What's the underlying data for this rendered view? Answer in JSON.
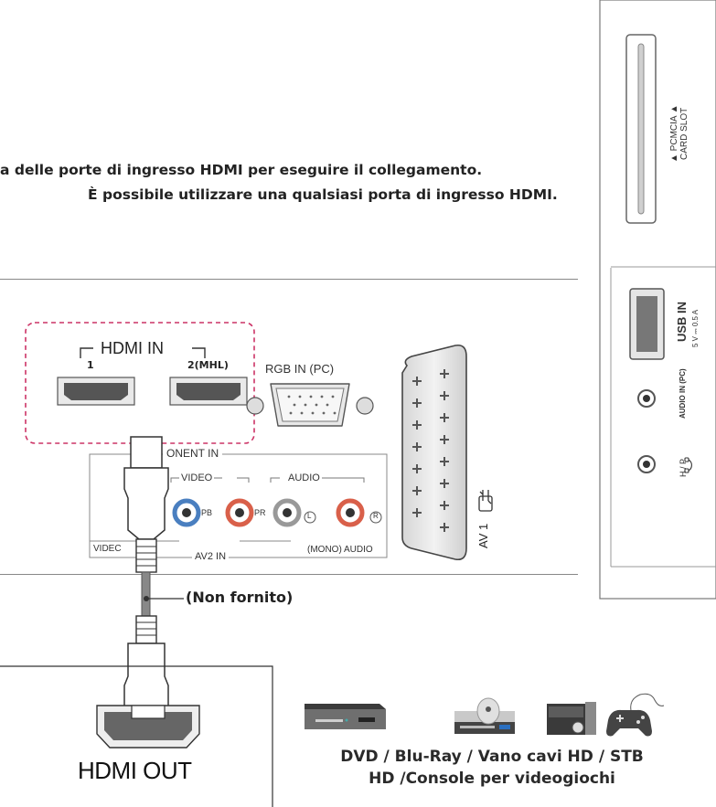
{
  "instructions": {
    "line1": "a delle porte di ingresso HDMI per eseguire il collegamento.",
    "line2": "È possibile utilizzare una qualsiasi porta di ingresso HDMI."
  },
  "tv_panel": {
    "hdmi_in_label": "HDMI IN",
    "hdmi_port_1": "1",
    "hdmi_port_2": "2(MHL)",
    "rgb_in_label": "RGB IN (PC)",
    "component_in_label": "ONENT IN",
    "video_group_label": "VIDEO",
    "audio_group_label": "AUDIO",
    "pb_label": "PB",
    "pr_label": "PR",
    "left_label": "L",
    "right_label": "R",
    "video_bottom_label": "VIDEC",
    "av2_in_label": "AV2 IN",
    "mono_audio_label": "(MONO) AUDIO",
    "mono_l": "L",
    "audio_r": "R",
    "av1_label": "AV 1"
  },
  "side_panel": {
    "pcmcia_label": "▲ PCMCIA ▲\nCARD SLOT",
    "pcmcia_line1": "▲ PCMCIA ▲",
    "pcmcia_line2": "CARD SLOT",
    "usb_label": "USB IN",
    "usb_spec": "5 V ⎓ 0.5 A",
    "audio_in_label": "AUDIO IN (PC)",
    "hp_label": "H / P"
  },
  "cable": {
    "note": "(Non fornito)"
  },
  "device": {
    "hdmi_out_label": "HDMI OUT"
  },
  "caption": {
    "line1": "DVD / Blu-Ray / Vano cavi HD / STB",
    "line2": "HD /Console per videogiochi"
  }
}
